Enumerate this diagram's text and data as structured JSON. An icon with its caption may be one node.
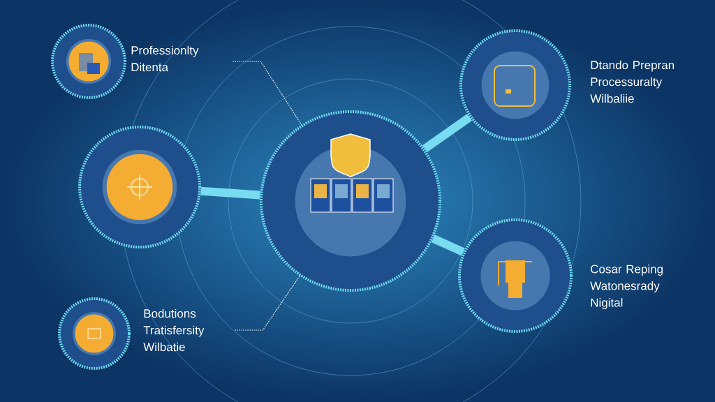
{
  "diagram": {
    "nodes": [
      {
        "text": [],
        "shape": "circle",
        "beside": [
          "Professionlty Ditenta"
        ]
      },
      {
        "text": [],
        "shape": "circle"
      },
      {
        "text": [],
        "shape": "circle",
        "beside": [
          "Bodutions Tratisfersity Wilbatie"
        ]
      },
      {
        "text": [],
        "shape": "circle"
      },
      {
        "text": [],
        "shape": "circle",
        "beside": [
          "Dtando Prepran Processuralty Wilbaliie"
        ]
      },
      {
        "text": [],
        "shape": "circle",
        "beside": [
          "Cosar Reping Watonesrady Nigital"
        ]
      }
    ],
    "edges": [
      {
        "from": 0,
        "to": 3,
        "arrow": "none",
        "style": "dashed",
        "color": "#ffffff"
      },
      {
        "from": 1,
        "to": 3,
        "arrow": "none"
      },
      {
        "from": 2,
        "to": 3,
        "arrow": "none",
        "style": "dashed",
        "color": "#ffffff"
      },
      {
        "from": 3,
        "to": 4,
        "arrow": "none"
      },
      {
        "from": 3,
        "to": 5,
        "arrow": "none"
      }
    ]
  }
}
